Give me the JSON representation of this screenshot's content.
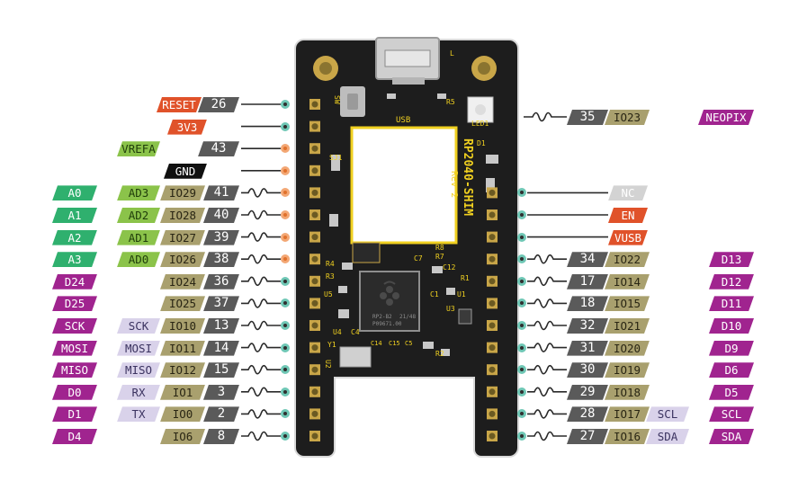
{
  "board": {
    "name": "RP2040-SHIM",
    "rev": "Rev 2",
    "usb": "USB",
    "sw": "SW",
    "r5": "R5",
    "led1": "LED1",
    "d1": "D1",
    "l": "L",
    "u1": "U1",
    "u2": "U2",
    "u3": "U3",
    "u4": "U4",
    "u5": "U5",
    "sj1": "SJ1",
    "r1": "R1",
    "r2": "R2",
    "r3": "R3",
    "r4": "R4",
    "r7": "R7",
    "r8": "R8",
    "c1": "C1",
    "c4": "C4",
    "c5": "C5",
    "c7": "C7",
    "c12": "C12",
    "c14": "C14",
    "c15": "C15",
    "y1": "Y1",
    "rp2": "RP2-B2",
    "chip_code": "21/48",
    "chip_lot": "P09671.00"
  },
  "left_rows": [
    {
      "pin": "26",
      "label": "RESET",
      "kind": "pwr"
    },
    {
      "pin": "",
      "label": "3V3",
      "kind": "pwr"
    },
    {
      "pin": "43",
      "label": "VREFA",
      "kind": "ad"
    },
    {
      "pin": "",
      "label": "GND",
      "kind": "gnd"
    },
    {
      "pin": "41",
      "io": "IO29",
      "ad": "AD3",
      "ard": "A0"
    },
    {
      "pin": "40",
      "io": "IO28",
      "ad": "AD2",
      "ard": "A1"
    },
    {
      "pin": "39",
      "io": "IO27",
      "ad": "AD1",
      "ard": "A2"
    },
    {
      "pin": "38",
      "io": "IO26",
      "ad": "AD0",
      "ard": "A3"
    },
    {
      "pin": "36",
      "io": "IO24",
      "ard": "D24"
    },
    {
      "pin": "37",
      "io": "IO25",
      "ard": "D25"
    },
    {
      "pin": "13",
      "io": "IO10",
      "sp": "SCK",
      "ard": "SCK"
    },
    {
      "pin": "14",
      "io": "IO11",
      "sp": "MOSI",
      "ard": "MOSI"
    },
    {
      "pin": "15",
      "io": "IO12",
      "sp": "MISO",
      "ard": "MISO"
    },
    {
      "pin": "3",
      "io": "IO1",
      "sp": "RX",
      "ard": "D0"
    },
    {
      "pin": "2",
      "io": "IO0",
      "sp": "TX",
      "ard": "D1"
    },
    {
      "pin": "8",
      "io": "IO6",
      "ard": "D4"
    }
  ],
  "right_rows": [
    {
      "label": "NC",
      "kind": "nc"
    },
    {
      "label": "EN",
      "kind": "pwr"
    },
    {
      "label": "VUSB",
      "kind": "pwr"
    },
    {
      "pin": "34",
      "io": "IO22",
      "ard": "D13"
    },
    {
      "pin": "17",
      "io": "IO14",
      "ard": "D12"
    },
    {
      "pin": "18",
      "io": "IO15",
      "ard": "D11"
    },
    {
      "pin": "32",
      "io": "IO21",
      "ard": "D10"
    },
    {
      "pin": "31",
      "io": "IO20",
      "ard": "D9"
    },
    {
      "pin": "30",
      "io": "IO19",
      "ard": "D6"
    },
    {
      "pin": "29",
      "io": "IO18",
      "ard": "D5"
    },
    {
      "pin": "28",
      "io": "IO17",
      "sp": "SCL",
      "ard": "SCL"
    },
    {
      "pin": "27",
      "io": "IO16",
      "sp": "SDA",
      "ard": "SDA"
    }
  ],
  "neopixel": {
    "pin": "35",
    "io": "IO23",
    "label": "NEOPIX"
  },
  "colors": {
    "pcb": "#1d1d1d",
    "gold": "#c9a648",
    "silk": "#f0d020",
    "power": "#e0522a",
    "analog": "#8bc34a",
    "arduino_analog": "#2fb06e",
    "arduino_digital": "#a0248f",
    "gpio": "#a9a06e",
    "pin_number": "#5a5a5a",
    "teal_ring": "#6fc7b5",
    "orange_pad": "#e0712c"
  }
}
